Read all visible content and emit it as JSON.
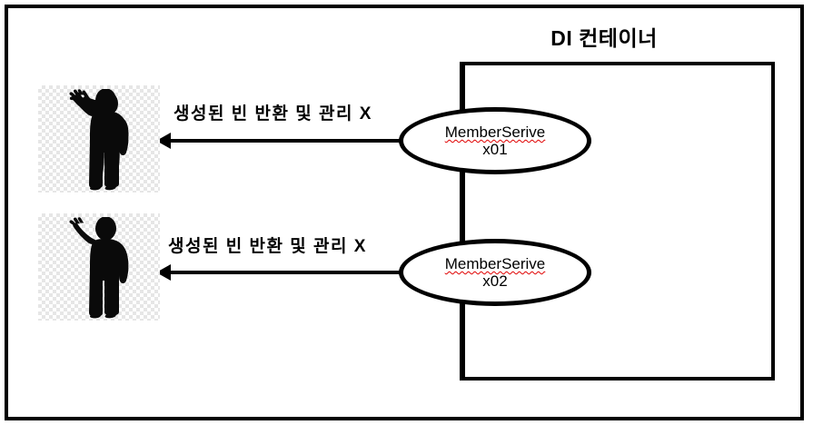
{
  "diagram": {
    "title": "DI 컨테이너",
    "type": "di-container-bean-lifecycle-diagram"
  },
  "container": {
    "label": "DI 컨테이너",
    "beans": [
      {
        "name": "MemberSerive",
        "index": "x01",
        "spellcheck_flagged": true
      },
      {
        "name": "MemberSerive",
        "index": "x02",
        "spellcheck_flagged": true
      }
    ]
  },
  "arrows": [
    {
      "label": "생성된 빈 반환 및 관리 X",
      "direction": "left",
      "from": "MemberSerive x01",
      "to": "client-1"
    },
    {
      "label": "생성된 빈 반환 및 관리 X",
      "direction": "left",
      "from": "MemberSerive x02",
      "to": "client-2"
    }
  ],
  "clients": [
    {
      "alt": "person-silhouette-raised-hand"
    },
    {
      "alt": "person-silhouette-raised-hand"
    }
  ],
  "colors": {
    "stroke": "#000000",
    "background": "#ffffff",
    "spellcheck_underline": "#e00000",
    "checkerboard": "#e6e6e6"
  }
}
